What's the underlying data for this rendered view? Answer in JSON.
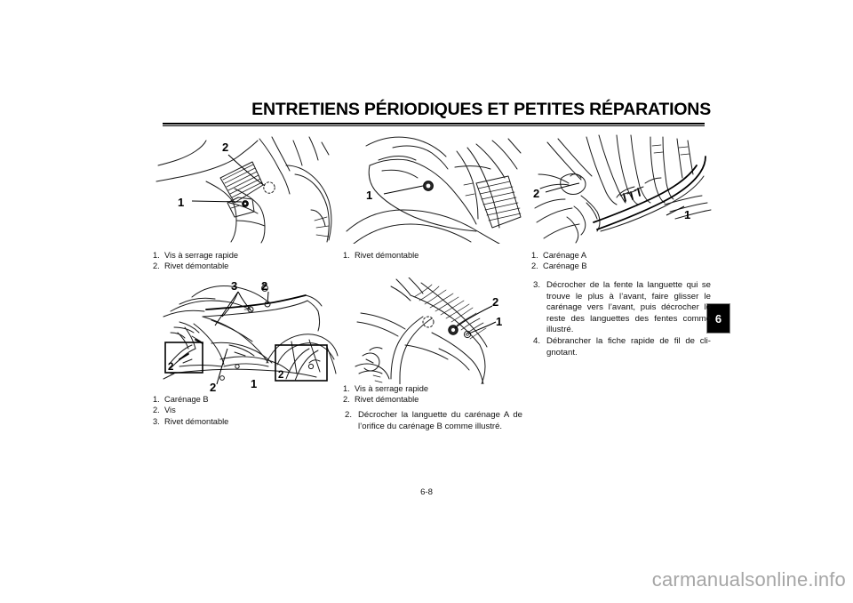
{
  "document": {
    "header_title": "ENTRETIENS PÉRIODIQUES ET PETITES RÉPARATIONS",
    "chapter_tab": "6",
    "page_number": "6-8",
    "watermark": "carmanualsonline.info"
  },
  "figures": {
    "fig_top_left": {
      "name": "front-fairing-quick-fastener-detail",
      "callouts": [
        "1",
        "2"
      ]
    },
    "fig_top_mid": {
      "name": "side-panel-rivet-detail",
      "callouts": [
        "1"
      ]
    },
    "fig_top_right": {
      "name": "fairing-a-fairing-b-tab-detail",
      "callouts": [
        "1",
        "2"
      ]
    },
    "fig_bottom_left": {
      "name": "fairing-b-overview-with-insets",
      "callouts": [
        "1",
        "2",
        "2",
        "2",
        "2",
        "3"
      ]
    },
    "fig_bottom_mid": {
      "name": "fairing-quick-fastener-rivet-detail",
      "callouts": [
        "1",
        "2"
      ]
    }
  },
  "captions": {
    "top_left": [
      {
        "num": "1.",
        "text": "Vis à serrage rapide"
      },
      {
        "num": "2.",
        "text": "Rivet démontable"
      }
    ],
    "top_mid": [
      {
        "num": "1.",
        "text": "Rivet démontable"
      }
    ],
    "top_right": [
      {
        "num": "1.",
        "text": "Carénage A"
      },
      {
        "num": "2.",
        "text": "Carénage B"
      }
    ],
    "bottom_left": [
      {
        "num": "1.",
        "text": "Carénage B"
      },
      {
        "num": "2.",
        "text": "Vis"
      },
      {
        "num": "3.",
        "text": "Rivet démontable"
      }
    ],
    "bottom_mid": [
      {
        "num": "1.",
        "text": "Vis à serrage rapide"
      },
      {
        "num": "2.",
        "text": "Rivet démontable"
      }
    ]
  },
  "steps": {
    "column_mid": [
      {
        "num": "2.",
        "text": "Décrocher la languette du carénage A de l’orifice du carénage B comme illus­tré."
      }
    ],
    "column_right": [
      {
        "num": "3.",
        "text": "Décrocher de la fente la languette qui se trouve le plus à l’avant, faire glisser le carénage vers l’avant, puis décro­cher le reste des languettes des fentes comme illustré."
      },
      {
        "num": "4.",
        "text": "Débrancher la fiche rapide de fil de cli­gnotant."
      }
    ]
  }
}
